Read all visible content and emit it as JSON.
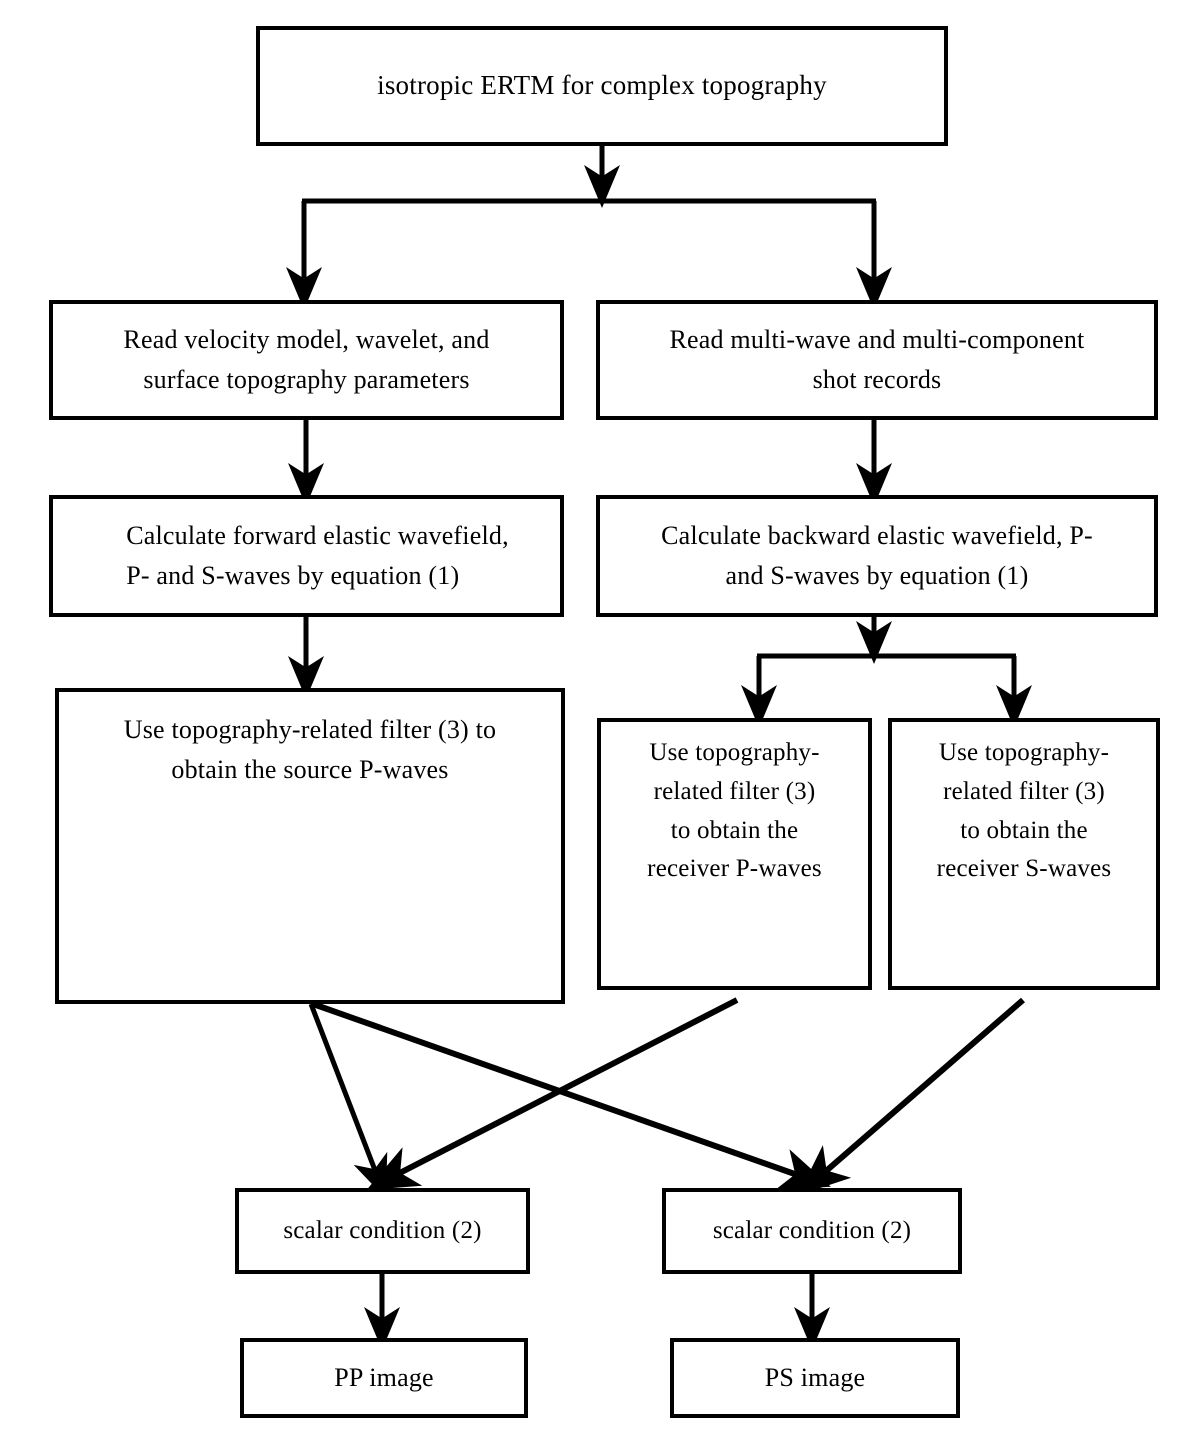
{
  "diagram": {
    "title": "isotropic ERTM for complex topography",
    "type": "flowchart",
    "nodes": {
      "title_box": {
        "label": "isotropic ERTM for complex topography"
      },
      "read_left": {
        "line1": "Read velocity model, wavelet, and",
        "line2": "surface topography parameters"
      },
      "read_right": {
        "line1": "Read multi-wave and multi-component",
        "line2": "shot records"
      },
      "forward": {
        "line1": "Calculate forward elastic wavefield,",
        "line2": "P- and S-waves by equation (1)"
      },
      "backward": {
        "line1": "Calculate backward elastic wavefield, P-",
        "line2": "and S-waves by equation (1)"
      },
      "source_filter": {
        "line1": "Use topography-related filter (3) to",
        "line2": "obtain the source P-waves"
      },
      "receiver_p_filter": {
        "line1": "Use topography-",
        "line2": "related filter (3)",
        "line3": "to obtain the",
        "line4": "receiver P-waves"
      },
      "receiver_s_filter": {
        "line1": "Use topography-",
        "line2": "related filter (3)",
        "line3": "to obtain the",
        "line4": "receiver S-waves"
      },
      "scalar_pp": {
        "label": "scalar condition (2)"
      },
      "scalar_ps": {
        "label": "scalar condition (2)"
      },
      "pp_image": {
        "label": "PP image"
      },
      "ps_image": {
        "label": "PS image"
      }
    },
    "edges": [
      {
        "from": "title_box",
        "to": "read_left",
        "style": "orthogonal-split"
      },
      {
        "from": "title_box",
        "to": "read_right",
        "style": "orthogonal-split"
      },
      {
        "from": "read_left",
        "to": "forward",
        "style": "straight-down"
      },
      {
        "from": "read_right",
        "to": "backward",
        "style": "straight-down"
      },
      {
        "from": "forward",
        "to": "source_filter",
        "style": "straight-down"
      },
      {
        "from": "backward",
        "to": "receiver_p_filter",
        "style": "orthogonal-split"
      },
      {
        "from": "backward",
        "to": "receiver_s_filter",
        "style": "orthogonal-split"
      },
      {
        "from": "source_filter",
        "to": "scalar_pp",
        "style": "diagonal"
      },
      {
        "from": "source_filter",
        "to": "scalar_ps",
        "style": "diagonal"
      },
      {
        "from": "receiver_p_filter",
        "to": "scalar_pp",
        "style": "diagonal"
      },
      {
        "from": "receiver_s_filter",
        "to": "scalar_ps",
        "style": "diagonal"
      },
      {
        "from": "scalar_pp",
        "to": "pp_image",
        "style": "straight-down"
      },
      {
        "from": "scalar_ps",
        "to": "ps_image",
        "style": "straight-down"
      }
    ],
    "colors": {
      "stroke": "#000000",
      "fill": "#ffffff",
      "text": "#000000"
    }
  }
}
